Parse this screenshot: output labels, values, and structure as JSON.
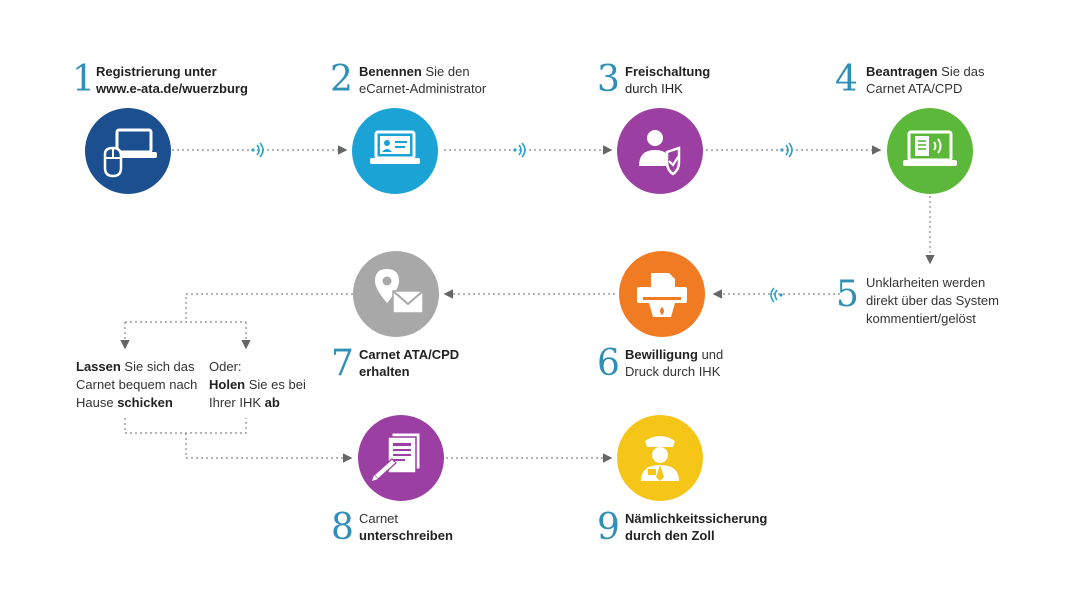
{
  "colors": {
    "step1": "#1c4f8f",
    "step2": "#1aa3d4",
    "step3": "#9b3fa3",
    "step4": "#5cb83a",
    "step6": "#f07b22",
    "step7": "#a8a8a8",
    "step8": "#9b3fa3",
    "step9": "#f5c518",
    "number": "#2f8fb6",
    "connector": "#888888",
    "wifi": "#2aa3c6"
  },
  "steps": {
    "s1": {
      "number": "1",
      "line1": "Registrierung unter",
      "line2": "www.e-ata.de/wuerzburg",
      "icon": "laptop-mouse-icon"
    },
    "s2": {
      "number": "2",
      "line1_bold": "Benennen",
      "line1_rest": " Sie den",
      "line2": "eCarnet-Administrator",
      "icon": "laptop-user-icon"
    },
    "s3": {
      "number": "3",
      "line1": "Freischaltung",
      "line2": "durch IHK",
      "icon": "user-shield-icon"
    },
    "s4": {
      "number": "4",
      "line1_bold": "Beantragen",
      "line1_rest": " Sie das",
      "line2": "Carnet ATA/CPD",
      "icon": "laptop-document-icon"
    },
    "s5": {
      "number": "5",
      "line1": "Unklarheiten werden",
      "line2": "direkt über das System",
      "line3": "kommentiert/gelöst"
    },
    "s6": {
      "number": "6",
      "line1_bold": "Bewilligung",
      "line1_rest": " und",
      "line2": "Druck durch IHK",
      "icon": "printer-icon"
    },
    "s7": {
      "number": "7",
      "line1": "Carnet ATA/CPD",
      "line2": "erhalten",
      "icon": "location-mail-icon"
    },
    "s8": {
      "number": "8",
      "line1": "Carnet",
      "line2": "unterschreiben",
      "icon": "document-pen-icon"
    },
    "s9": {
      "number": "9",
      "line1": "Nämlichkeitssicherung",
      "line2": "durch den Zoll",
      "icon": "customs-officer-icon"
    }
  },
  "options": {
    "left": {
      "l1_bold": "Lassen",
      "l1_rest": " Sie sich das",
      "l2": "Carnet bequem nach",
      "l3_rest": "Hause ",
      "l3_bold": "schicken"
    },
    "right": {
      "l1": "Oder:",
      "l2_bold": "Holen",
      "l2_rest": " Sie es bei",
      "l3_rest": "Ihrer IHK ",
      "l3_bold": "ab"
    }
  }
}
